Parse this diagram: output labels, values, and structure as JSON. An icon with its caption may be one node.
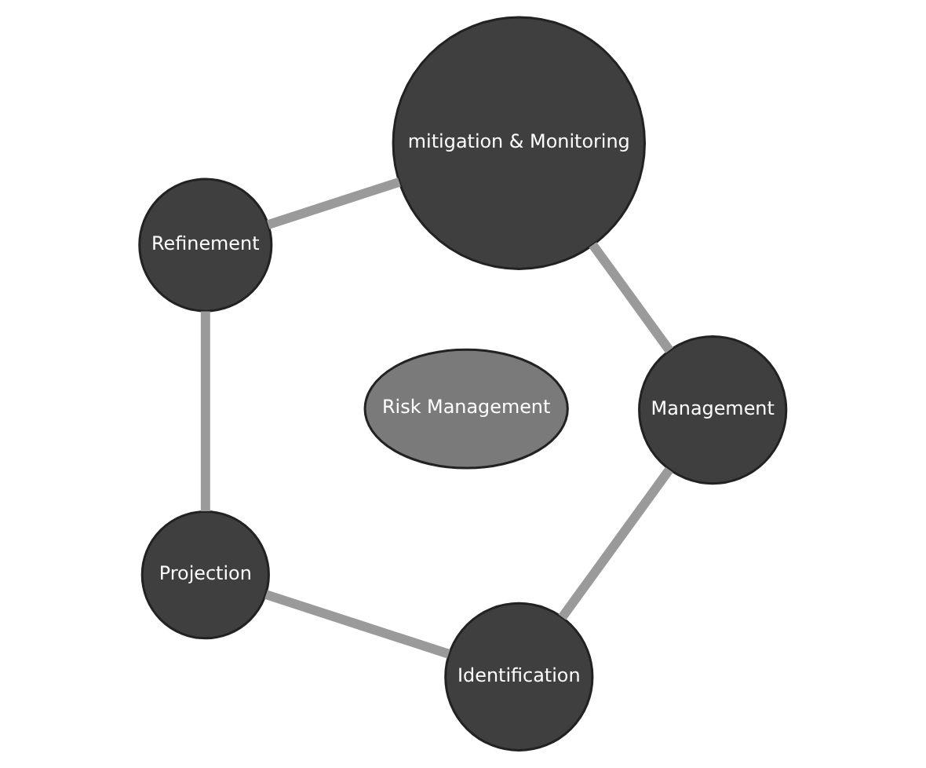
{
  "diagram": {
    "nodes": [
      {
        "text": [
          "Identification"
        ]
      },
      {
        "text": [
          "Management"
        ]
      },
      {
        "text": [
          "Risk Management"
        ]
      },
      {
        "text": [
          "Projection"
        ]
      },
      {
        "text": [
          "mitigation & Monitoring"
        ]
      },
      {
        "text": [
          "Refinement"
        ]
      }
    ],
    "edges": [
      {
        "from": 0,
        "to": 3,
        "arrow": "none"
      },
      {
        "from": 3,
        "to": 5,
        "arrow": "none"
      },
      {
        "from": 5,
        "to": 4,
        "arrow": "none"
      },
      {
        "from": 4,
        "to": 1,
        "arrow": "none"
      },
      {
        "from": 1,
        "to": 0,
        "arrow": "none"
      }
    ]
  }
}
